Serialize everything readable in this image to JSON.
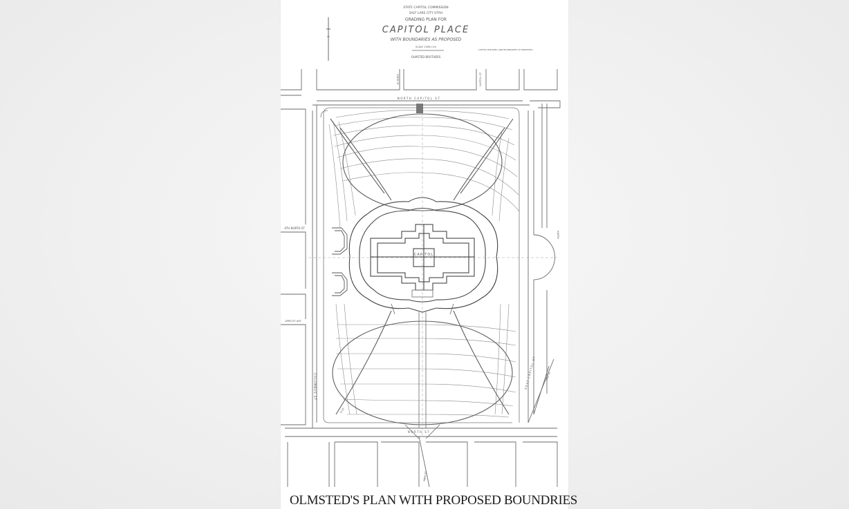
{
  "title_block": {
    "commission": "STATE CAPITOL COMMISSION",
    "city": "SALT LAKE CITY UTAH",
    "subtitle": "GRADING PLAN FOR",
    "title": "CAPITOL PLACE",
    "boundaries_note": "WITH BOUNDARIES AS PROPOSED",
    "scale": "SCALE 100ft=1in",
    "firm": "OLMSTED BROTHERS",
    "side_note": "CAPITOL BUILDING AND BOUNDARIES AS PROPOSED"
  },
  "streets": {
    "north": "NORTH CAPITOL ST",
    "south": "NORTH ST",
    "west": "COLUMBUS ST",
    "east": "EAST CAPITOL ST",
    "street_4th": "4TH NORTH ST",
    "apricot": "APRICOT AVE",
    "state": "STATE ST",
    "main": "MAIN ST",
    "vine": "VINE ST",
    "d_street": "D ST",
    "ne": "CAPITOL ST",
    "side_right": "NORTH"
  },
  "building_label": "CAPITOL",
  "caption": "OLMSTED'S PLAN WITH PROPOSED BOUNDRIES"
}
